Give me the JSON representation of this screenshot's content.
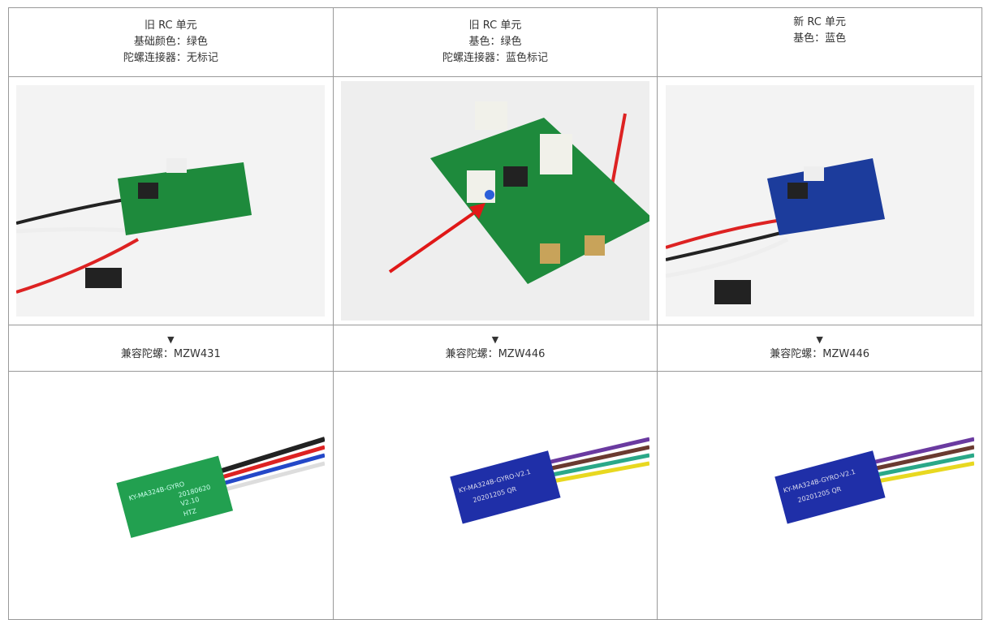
{
  "columns": [
    {
      "header": [
        "旧 RC 单元",
        "基础颜色：绿色",
        "陀螺连接器：无标记"
      ],
      "arrow": "▼",
      "compat": "兼容陀螺：MZW431",
      "board_color": "#1e8a3c",
      "gyro_color": "#22a050",
      "gyro_text": [
        "KY-MA324B-GYRO",
        "20180620",
        "V2.10",
        "HTZ"
      ]
    },
    {
      "header": [
        "旧 RC 单元",
        "基色：绿色",
        "陀螺连接器：蓝色标记"
      ],
      "arrow": "▼",
      "compat": "兼容陀螺：MZW446",
      "board_color": "#1e8a3c",
      "gyro_color": "#1f2fa8",
      "gyro_text": [
        "KY-MA324B-GYRO-V2.1",
        "20201205 QR"
      ]
    },
    {
      "header": [
        "新 RC 单元",
        "基色：蓝色"
      ],
      "arrow": "▼",
      "compat": "兼容陀螺：MZW446",
      "board_color": "#1c3c9c",
      "gyro_color": "#1f2fa8",
      "gyro_text": [
        "KY-MA324B-GYRO-V2.1",
        "20201205 QR"
      ]
    }
  ]
}
